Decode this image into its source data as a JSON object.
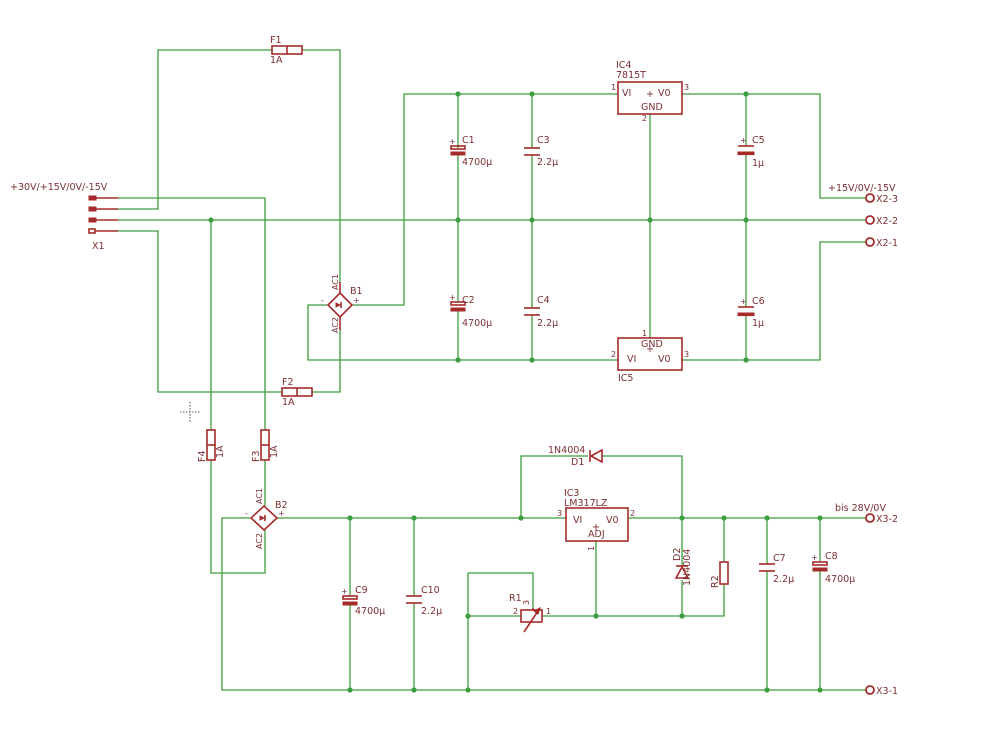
{
  "labels": {
    "f1_name": "F1",
    "f1_value": "1A",
    "f2_name": "F2",
    "f2_value": "1A",
    "f3_name": "F3",
    "f3_value": "1A",
    "f4_name": "F4",
    "f4_value": "1A",
    "ic4_name": "IC4",
    "ic4_value": "7815T",
    "ic4_vi": "VI",
    "ic4_vo": "V0",
    "ic4_gnd": "GND",
    "ic4_pin1": "1",
    "ic4_pin2": "2",
    "ic4_pin3": "3",
    "ic5_name": "IC5",
    "ic5_vi": "VI",
    "ic5_vo": "V0",
    "ic5_gnd": "GND",
    "ic5_pin1": "1",
    "ic5_pin2": "2",
    "ic5_pin3": "3",
    "ic3_name": "IC3",
    "ic3_value": "LM317LZ",
    "ic3_vi": "VI",
    "ic3_vo": "V0",
    "ic3_adj": "ADJ",
    "ic3_pin1": "1",
    "ic3_pin2": "2",
    "ic3_pin3": "3",
    "c1_name": "C1",
    "c1_value": "4700µ",
    "c2_name": "C2",
    "c2_value": "4700µ",
    "c3_name": "C3",
    "c3_value": "2.2µ",
    "c4_name": "C4",
    "c4_value": "2.2µ",
    "c5_name": "C5",
    "c5_value": "1µ",
    "c6_name": "C6",
    "c6_value": "1µ",
    "c7_name": "C7",
    "c7_value": "2.2µ",
    "c8_name": "C8",
    "c8_value": "4700µ",
    "c9_name": "C9",
    "c9_value": "4700µ",
    "c10_name": "C10",
    "c10_value": "2.2µ",
    "b1_name": "B1",
    "b2_name": "B2",
    "ac1": "AC1",
    "ac2": "AC2",
    "plus": "+",
    "minus": "-",
    "x1_name": "X1",
    "x1_label": "+30V/+15V/0V/-15V",
    "x2_label": "+15V/0V/-15V",
    "x2_3": "X2-3",
    "x2_2": "X2-2",
    "x2_1": "X2-1",
    "x3_label": "bis 28V/0V",
    "x3_2": "X3-2",
    "x3_1": "X3-1",
    "d1_name": "D1",
    "d1_value": "1N4004",
    "d2_name": "D2",
    "d2_value": "1N4004",
    "r1_name": "R1",
    "r1_pin1": "1",
    "r1_pin2": "2",
    "r1_pin3": "3",
    "r2_name": "R2"
  },
  "colors": {
    "wire": "#3e9d3e",
    "part": "#a52a2a",
    "text": "#7a3030",
    "background": "#ffffff"
  }
}
